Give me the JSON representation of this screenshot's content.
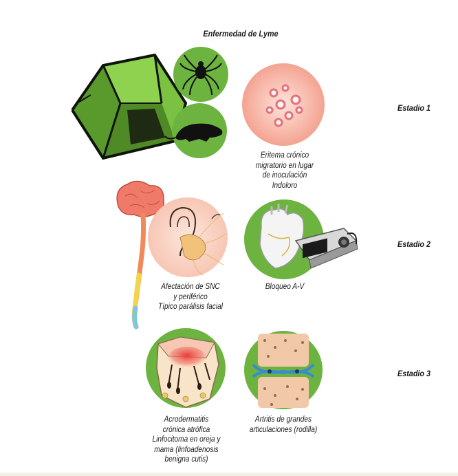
{
  "title": "Enfermedad de Lyme",
  "stages": {
    "stage1": "Estadio 1",
    "stage2": "Estadio 2",
    "stage3": "Estadio 3"
  },
  "captions": {
    "erythema": "Eritema crónico\nmigratorio en lugar\nde inoculación\nIndoloro",
    "cns": "Afectación de SNC\ny periférico\nTípico parálisis facial",
    "av_block": "Bloqueo A-V",
    "acrodermatitis": "Acrodermatitis\ncrónica atrófica\nLinfocitoma en oreja y\nmama (linfoadenosis\nbenigna cutis)",
    "arthritis": "Artritis de grandes\narticulaciones (rodilla)"
  },
  "icons": [
    "tent-icon",
    "tick-icon",
    "rodent-icon",
    "erythema-skin-icon",
    "brain-spine-icon",
    "ear-facial-nerve-icon",
    "heart-icon",
    "ecg-monitor-icon",
    "skin-section-icon",
    "knee-joint-icon"
  ],
  "colors": {
    "circle_green": "#6cb33f",
    "tent_green": "#7cc242",
    "skin_pink": "#f6b7a6",
    "text": "#1a1a1a"
  }
}
